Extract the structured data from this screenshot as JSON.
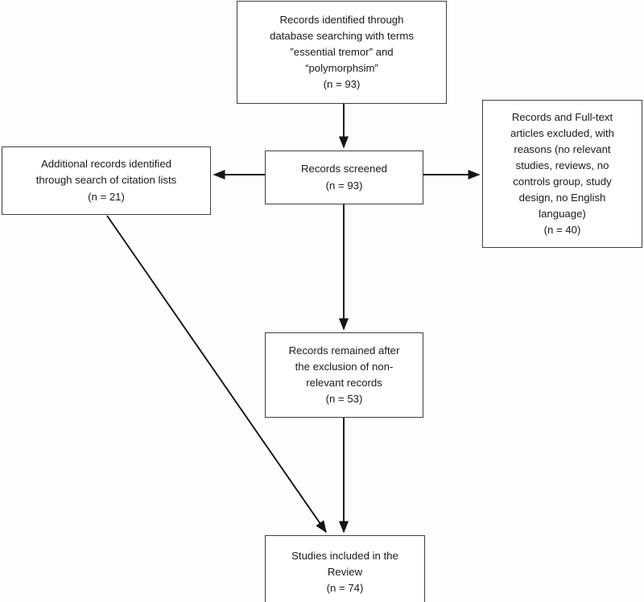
{
  "diagram": {
    "title": "PRISMA study selection flow diagram",
    "background_color": "#fbfdfe",
    "box_border_color": "#3f3f3f",
    "box_fill_color": "#ffffff",
    "arrow_color": "#141414",
    "nodes": [
      {
        "id": "identified",
        "name": "records-identified-box",
        "text": "Records identified through\ndatabase searching with terms\n”essential tremor” and\n“polymorphsim”\n(n = 93)",
        "count_label": "(n = 93)",
        "count": 93
      },
      {
        "id": "additional",
        "name": "additional-records-box",
        "text": "Additional records identified\nthrough search of citation lists\n(n = 21)",
        "count_label": "(n = 21)",
        "count": 21
      },
      {
        "id": "screened",
        "name": "records-screened-box",
        "text": "Records screened\n(n = 93)",
        "count_label": "(n = 93)",
        "count": 93
      },
      {
        "id": "excluded",
        "name": "records-excluded-box",
        "text": "Records and Full-text\narticles excluded, with\nreasons (no relevant\nstudies, reviews, no\ncontrols group, study\ndesign, no English\nlanguage)\n(n = 40)",
        "count_label": "(n = 40)",
        "count": 40
      },
      {
        "id": "remained",
        "name": "records-remained-box",
        "text": "Records remained after\nthe exclusion of non-\nrelevant records\n(n = 53)",
        "count_label": "(n = 53)",
        "count": 53
      },
      {
        "id": "included",
        "name": "studies-included-box",
        "text": "Studies included in the\nReview\n(n = 74)",
        "count_label": "(n = 74)",
        "count": 74
      }
    ],
    "edges": [
      {
        "id": "identified-to-screened",
        "name": "arrow-identified-to-screened",
        "from": "identified",
        "to": "screened",
        "direction": "down"
      },
      {
        "id": "screened-to-additional",
        "name": "arrow-screened-to-additional",
        "from": "screened",
        "to": "additional",
        "direction": "left"
      },
      {
        "id": "screened-to-excluded",
        "name": "arrow-screened-to-excluded",
        "from": "screened",
        "to": "excluded",
        "direction": "right"
      },
      {
        "id": "screened-to-remained",
        "name": "arrow-screened-to-remained",
        "from": "screened",
        "to": "remained",
        "direction": "down"
      },
      {
        "id": "remained-to-included",
        "name": "arrow-remained-to-included",
        "from": "remained",
        "to": "included",
        "direction": "down"
      },
      {
        "id": "additional-to-included",
        "name": "arrow-additional-to-included",
        "from": "additional",
        "to": "included",
        "direction": "diagonal-down-right"
      }
    ]
  }
}
